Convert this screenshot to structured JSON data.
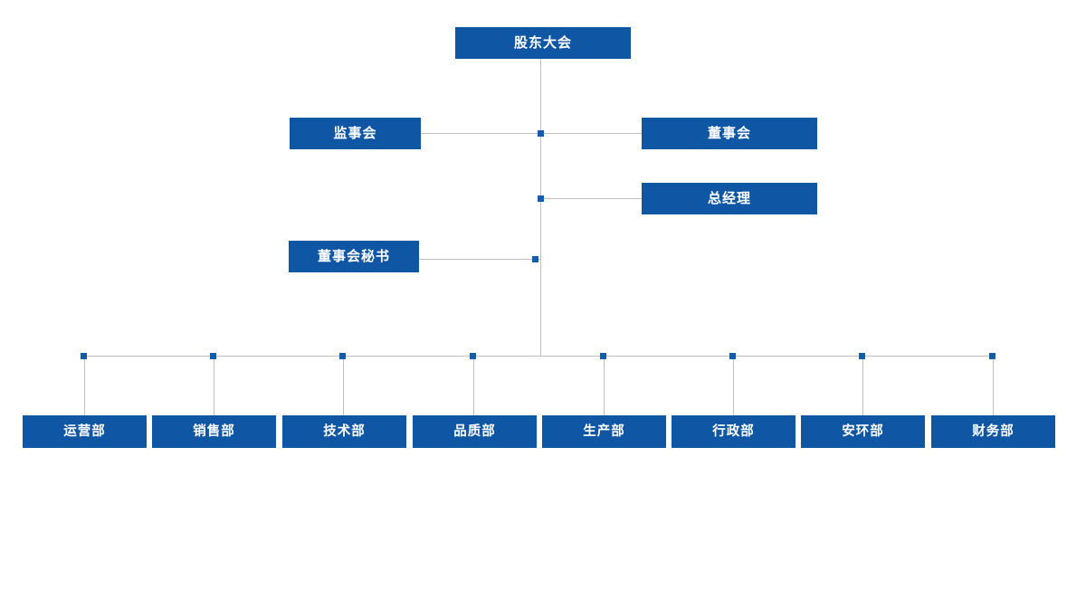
{
  "diagram": {
    "title_text": "",
    "colors": {
      "node_fill": "#0f56a4",
      "node_text": "#ffffff",
      "connector": "#bfbfbf",
      "handle": "#125ca8",
      "background": "#ffffff"
    },
    "nodes": {
      "shareholders_meeting": "股东大会",
      "board_of_supervisors": "监事会",
      "board_of_directors": "董事会",
      "general_manager": "总经理",
      "board_secretary": "董事会秘书"
    },
    "departments": [
      {
        "label": "运营部"
      },
      {
        "label": "销售部"
      },
      {
        "label": "技术部"
      },
      {
        "label": "品质部"
      },
      {
        "label": "生产部"
      },
      {
        "label": "行政部"
      },
      {
        "label": "安环部"
      },
      {
        "label": "财务部"
      }
    ]
  }
}
